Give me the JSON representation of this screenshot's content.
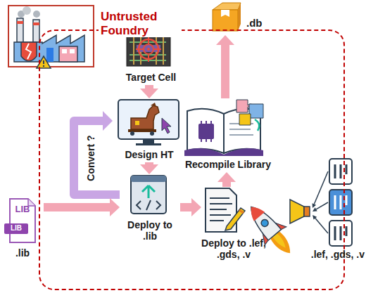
{
  "diagram": {
    "nodes": [
      {
        "text": [
          "Untrusted Foundry"
        ]
      },
      {
        "text": [
          ".db"
        ]
      },
      {
        "text": [
          "Target Cell"
        ],
        "in": 0
      },
      {
        "text": [
          "Design HT"
        ],
        "in": 0
      },
      {
        "text": [
          "Deploy to .lib"
        ],
        "in": 0
      },
      {
        "text": [
          "Recompile Library"
        ],
        "in": 0
      },
      {
        "text": [
          "Deploy to .lef, .gds, .v"
        ],
        "in": 0
      },
      {
        "text": [
          ".lib"
        ]
      },
      {
        "text": [
          ".lef, .gds, .v"
        ]
      }
    ],
    "edges": [
      {
        "from": 2,
        "to": 3,
        "arrow": "to"
      },
      {
        "from": 3,
        "to": 4,
        "arrow": "to"
      },
      {
        "from": 4,
        "to": 3,
        "label": "Convert ?",
        "arrow": "to"
      },
      {
        "from": 7,
        "to": 4,
        "arrow": "to"
      },
      {
        "from": 4,
        "to": 6,
        "arrow": "to"
      },
      {
        "from": 6,
        "to": 5,
        "arrow": "to"
      },
      {
        "from": 5,
        "to": 1,
        "arrow": "to"
      },
      {
        "from": 8,
        "to": 6,
        "arrow": "to"
      }
    ],
    "labels": [
      "LIB",
      "LIB"
    ]
  }
}
